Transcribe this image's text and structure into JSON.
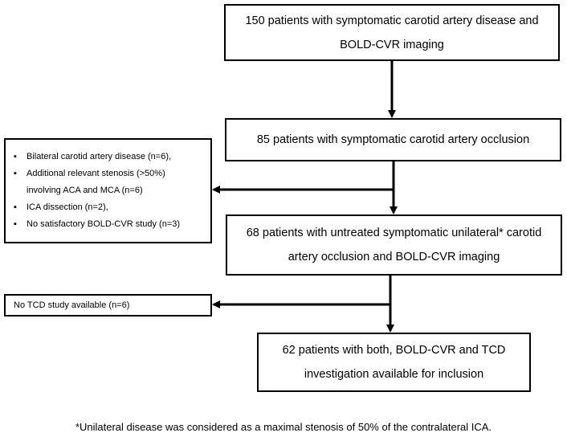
{
  "boxes": {
    "box1": {
      "lines": [
        "150 patients with symptomatic carotid artery disease and",
        "BOLD-CVR imaging"
      ]
    },
    "box2": {
      "lines": [
        "85 patients with symptomatic carotid artery occlusion"
      ]
    },
    "box3": {
      "lines": [
        "68 patients with untreated symptomatic unilateral* carotid",
        "artery occlusion and  BOLD-CVR imaging"
      ]
    },
    "box4": {
      "lines": [
        "62 patients with both, BOLD-CVR and TCD",
        "investigation available for inclusion"
      ]
    }
  },
  "exclusions": {
    "first": {
      "items": [
        "Bilateral carotid artery disease (n=6),",
        "Additional relevant stenosis (>50%)",
        "involving  ACA and MCA (n=6)",
        "ICA dissection (n=2),",
        "No satisfactory BOLD-CVR study (n=3)"
      ],
      "bullet": "▪"
    },
    "second": {
      "text": "No TCD study available   (n=6)"
    }
  },
  "footnote": "*Unilateral disease was considered as a maximal stenosis of 50% of the contralateral ICA.",
  "colors": {
    "ink": "#000000",
    "background": "#ffffff"
  }
}
